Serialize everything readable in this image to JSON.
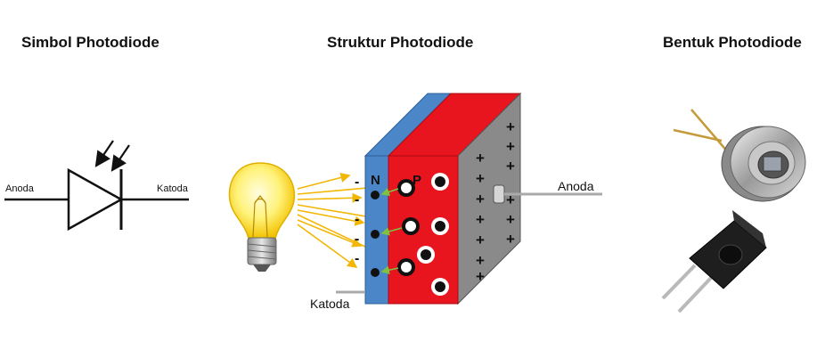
{
  "titles": {
    "symbol": "Simbol Photodiode",
    "structure": "Struktur Photodiode",
    "shape": "Bentuk Photodiode"
  },
  "symbol": {
    "anode_label": "Anoda",
    "cathode_label": "Katoda"
  },
  "structure": {
    "n_label": "N",
    "p_label": "P",
    "anode_label": "Anoda",
    "cathode_label": "Katoda",
    "n_color": "#4a86c8",
    "p_color": "#e8141e",
    "side_color": "#8a8a8a"
  },
  "icons": [
    "light-bulb-icon",
    "light-arrows-icon",
    "photodiode-can-icon",
    "photodiode-dark-package-icon"
  ]
}
